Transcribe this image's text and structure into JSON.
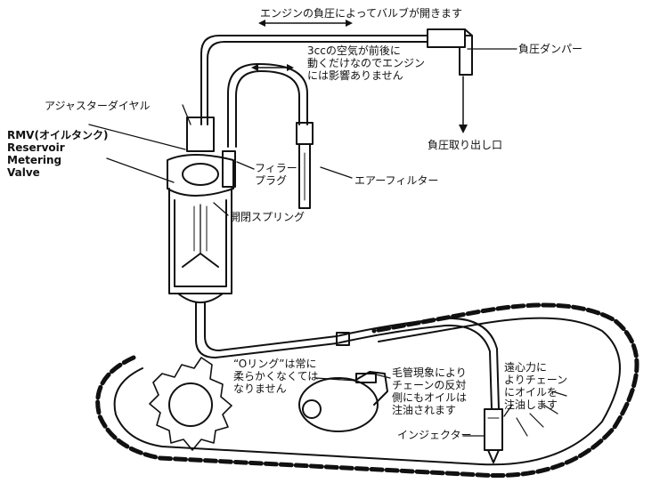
{
  "labels": {
    "title_top": "エンジンの負圧によってバルブが開きます",
    "air_note": "3ccの空気が前後に\n動くだけなのでエンジン\nには影響ありません",
    "damper": "負圧ダンパー",
    "vacuum_outlet": "負圧取り出し口",
    "adjuster_dial": "アジャスターダイヤル",
    "rmv": "RMV(オイルタンク)\nReservoir\nMetering\nValve",
    "filler_plug": "フィラー\nプラグ",
    "air_filter": "エアーフィルター",
    "spring": "開閉スプリング",
    "oring_note": "“Oリング”は常に\n柔らかくなくては\nなりません",
    "capillary_note": "毛管現象により\nチェーンの反対\n側にもオイルは\n注油されます",
    "centrifugal_note": "遠心力に\nよりチェーン\nにオイルを\n注油します",
    "injector": "インジェクター"
  },
  "colors": {
    "ink": "#111111",
    "paper": "#ffffff"
  }
}
